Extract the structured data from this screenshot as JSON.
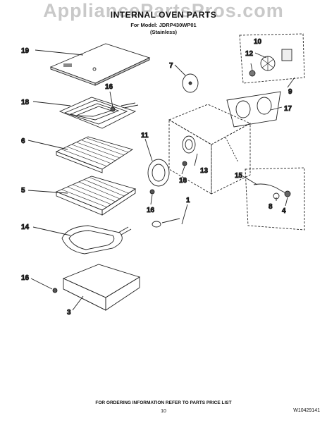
{
  "watermark": "AppliancePartsPros.com",
  "title": "INTERNAL OVEN PARTS",
  "model_line": "For Model: JDRP430WP01",
  "finish": "(Stainless)",
  "callouts": [
    {
      "id": "c19",
      "label": "19"
    },
    {
      "id": "c18",
      "label": "18"
    },
    {
      "id": "c16a",
      "label": "16"
    },
    {
      "id": "c6",
      "label": "6"
    },
    {
      "id": "c5",
      "label": "5"
    },
    {
      "id": "c14",
      "label": "14"
    },
    {
      "id": "c16d",
      "label": "16"
    },
    {
      "id": "c3",
      "label": "3"
    },
    {
      "id": "c7",
      "label": "7"
    },
    {
      "id": "c10",
      "label": "10"
    },
    {
      "id": "c12",
      "label": "12"
    },
    {
      "id": "c9",
      "label": "9"
    },
    {
      "id": "c17",
      "label": "17"
    },
    {
      "id": "c11",
      "label": "11"
    },
    {
      "id": "c13",
      "label": "13"
    },
    {
      "id": "c16b",
      "label": "16"
    },
    {
      "id": "c16c",
      "label": "16"
    },
    {
      "id": "c1",
      "label": "1"
    },
    {
      "id": "c15",
      "label": "15"
    },
    {
      "id": "c8",
      "label": "8"
    },
    {
      "id": "c4",
      "label": "4"
    }
  ],
  "footer_note": "FOR ORDERING INFORMATION REFER TO PARTS PRICE LIST",
  "page_number": "10",
  "document_number": "W10429141"
}
